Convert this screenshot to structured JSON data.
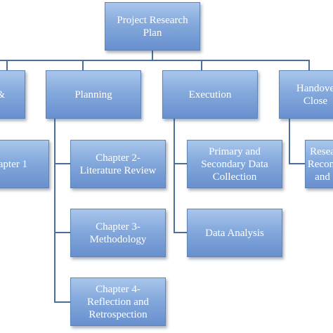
{
  "diagram": {
    "root": {
      "label": "Project Research Plan"
    },
    "phases": [
      {
        "label": "&"
      },
      {
        "label": "Planning"
      },
      {
        "label": "Execution"
      },
      {
        "label": "Handove Close"
      }
    ],
    "chapter1": {
      "label": "apter 1"
    },
    "planning_children": [
      {
        "label": "Chapter 2- Literature Review"
      },
      {
        "label": "Chapter 3- Methodology"
      },
      {
        "label": "Chapter 4- Reflection and Retrospection"
      }
    ],
    "execution_children": [
      {
        "label": "Primary and Secondary Data Collection"
      },
      {
        "label": "Data Analysis"
      }
    ],
    "handover_child": {
      "label": "Resea Recom and"
    }
  },
  "colors": {
    "box_top": "#a9c6ec",
    "box_bottom": "#6890cf",
    "box_border": "#5d84b4",
    "connector": "#4a6f9c",
    "text": "#ffffff"
  }
}
